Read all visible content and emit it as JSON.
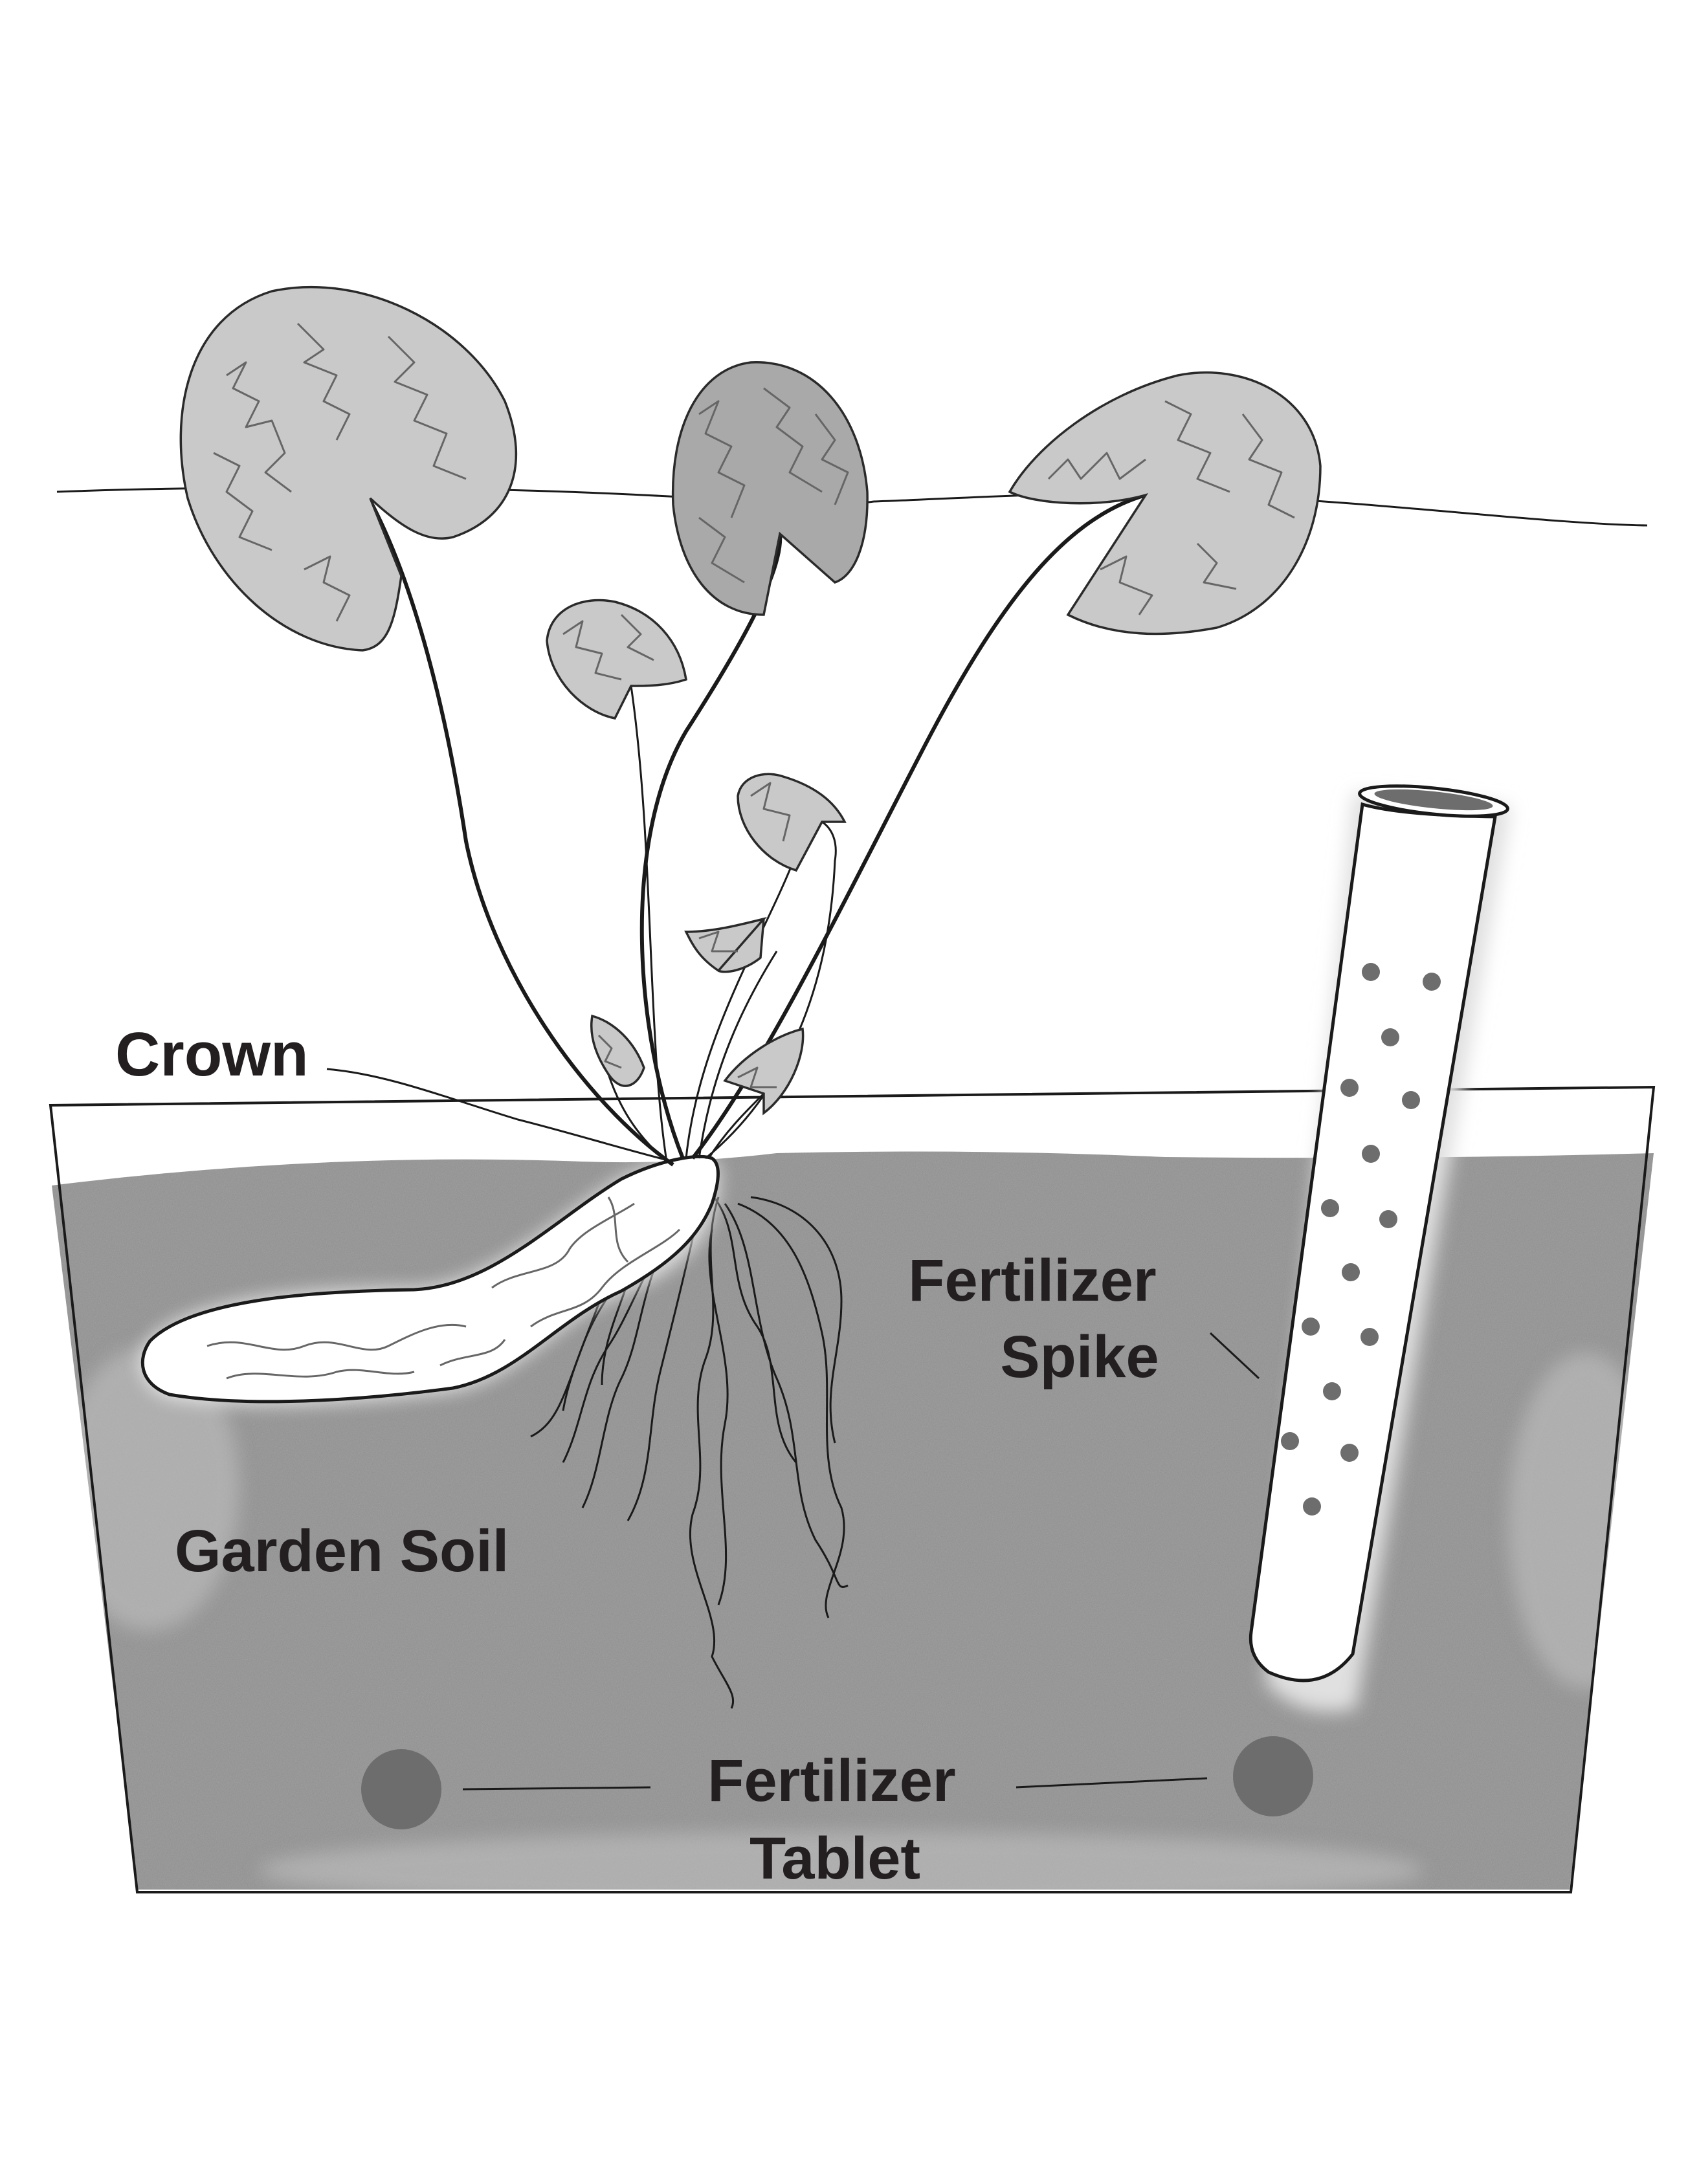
{
  "labels": {
    "crown": "Crown",
    "garden_soil": "Garden Soil",
    "fertilizer_spike_line1": "Fertilizer",
    "fertilizer_spike_line2": "Spike",
    "fertilizer_tablet_line1": "Fertilizer",
    "fertilizer_tablet_line2": "Tablet"
  },
  "colors": {
    "soil": "#8c8c8c",
    "leaf": "#c9c9c9",
    "leaf_dark": "#a9a9a9",
    "tablet": "#6d6d6d",
    "ink": "#1a1a1a"
  }
}
